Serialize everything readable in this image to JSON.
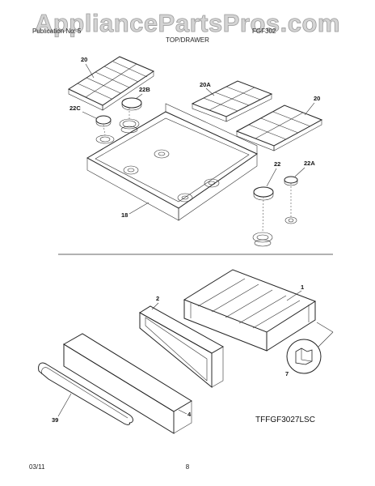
{
  "watermark": "AppliancePartsPros.com",
  "header": {
    "left": "Publication No: 5",
    "right": "FGF302",
    "section": "TOP/DRAWER"
  },
  "parts": {
    "grate_left": "20",
    "grate_right": "20",
    "grate_mid": "20A",
    "cap_22b": "22B",
    "cap_22c": "22C",
    "cap_22": "22",
    "cap_22a": "22A",
    "cooktop": "18",
    "drawer": "1",
    "drawer_panel": "2",
    "glide": "7",
    "handle": "39",
    "front": "4"
  },
  "model": "TFFGF3027LSC",
  "footer": {
    "date": "03/11",
    "page": "8"
  }
}
